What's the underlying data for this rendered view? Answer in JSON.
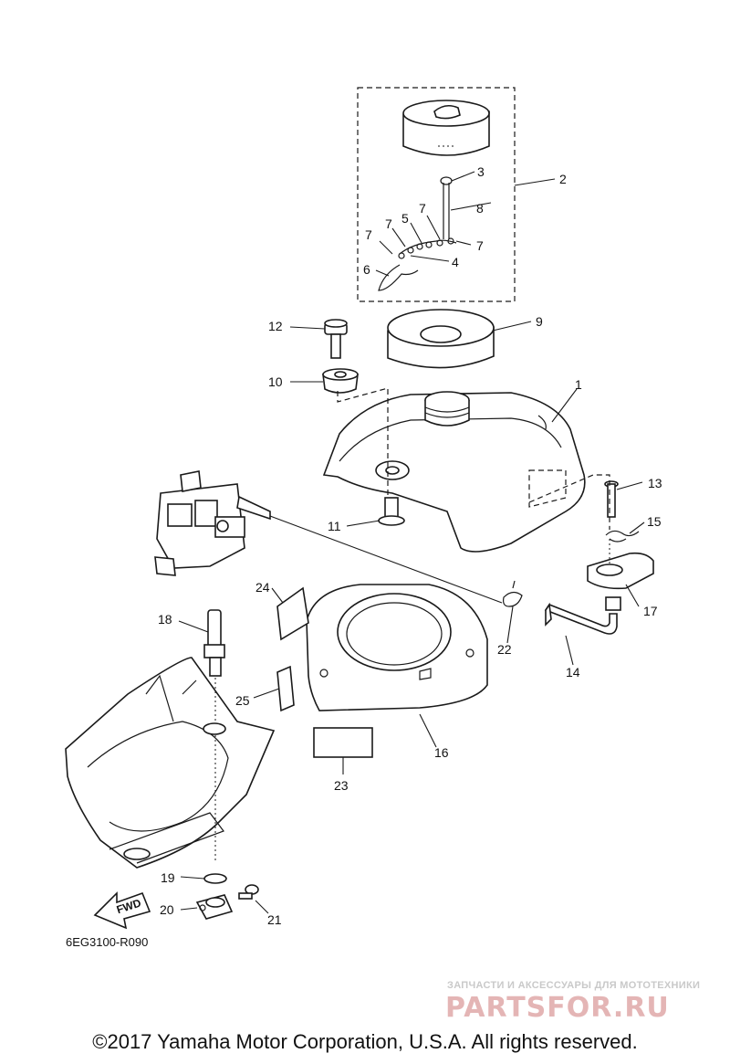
{
  "diagram_code": "6EG3100-R090",
  "copyright": "©2017 Yamaha Motor Corporation, U.S.A. All rights reserved.",
  "watermark": {
    "tagline": "ЗАПЧАСТИ И АКСЕССУАРЫ ДЛЯ МОТОТЕХНИКИ",
    "brand": "PARTSFOR.RU"
  },
  "fwd_label": "FWD",
  "callouts": [
    "1",
    "2",
    "3",
    "4",
    "5",
    "6",
    "7",
    "7",
    "7",
    "7",
    "8",
    "9",
    "10",
    "11",
    "12",
    "13",
    "14",
    "15",
    "16",
    "17",
    "18",
    "19",
    "20",
    "21",
    "22",
    "23",
    "24",
    "25"
  ],
  "colors": {
    "line": "#1a1a1a",
    "watermark_brand": "#e4b5b5"
  }
}
